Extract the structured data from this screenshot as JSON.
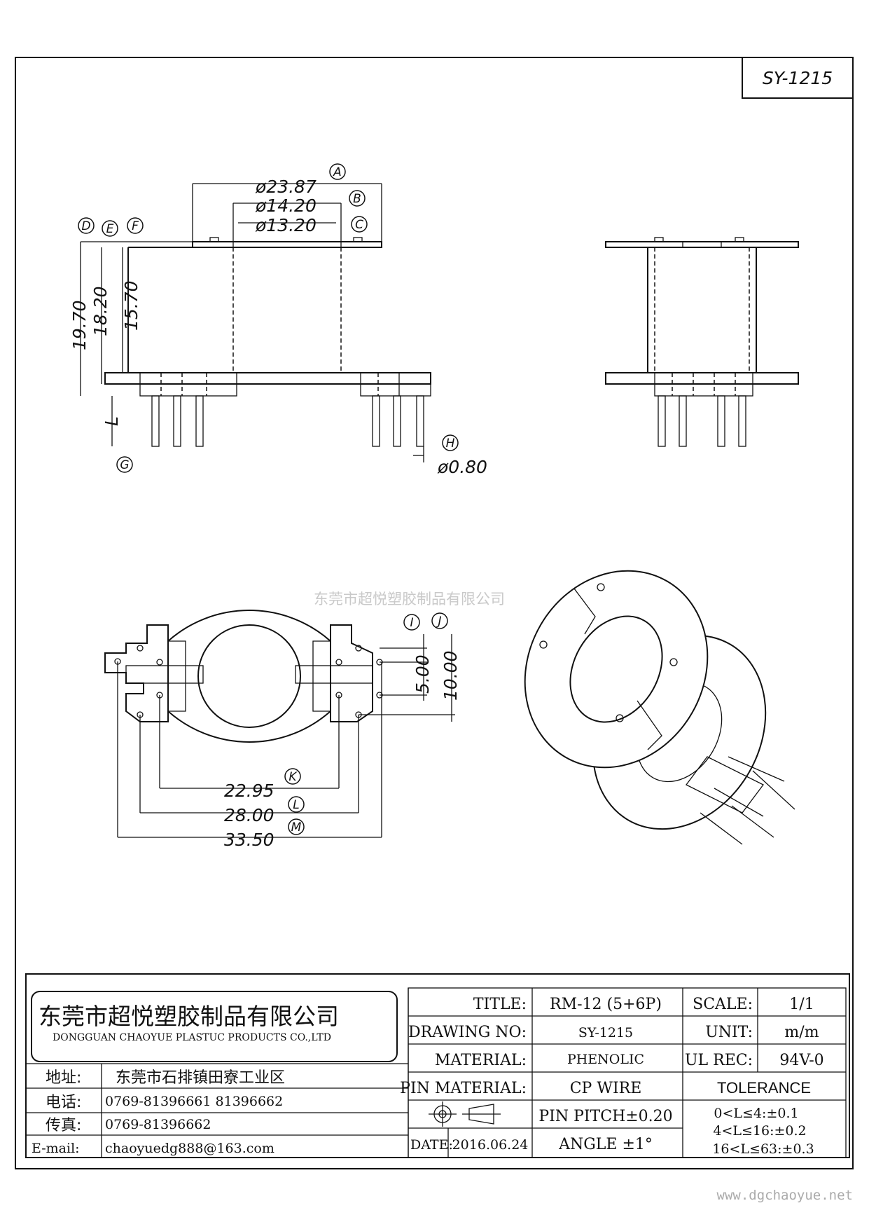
{
  "part_number": "SY-1215",
  "watermark": "东莞市超悦塑胶制品有限公司",
  "site_url": "www.dgchaoyue.net",
  "dimensions": {
    "d_A": "ø23.87",
    "d_B": "ø14.20",
    "d_C": "ø13.20",
    "h_D": "19.70",
    "h_E": "18.20",
    "h_F": "15.70",
    "pin_dia_H": "ø0.80",
    "pin_len": "L",
    "pitch_I": "5.00",
    "pitch_J": "10.00",
    "w_K": "22.95",
    "w_L": "28.00",
    "w_M": "33.50"
  },
  "callouts": [
    "A",
    "B",
    "C",
    "D",
    "E",
    "F",
    "G",
    "H",
    "I",
    "J",
    "K",
    "L",
    "M"
  ],
  "title_block": {
    "company_cn": "东莞市超悦塑胶制品有限公司",
    "company_en": "DONGGUAN CHAOYUE PLASTUC PRODUCTS CO.,LTD",
    "address_label": "地址:",
    "address": "东莞市石排镇田寮工业区",
    "tel_label": "电话:",
    "tel": "0769-81396661  81396662",
    "fax_label": "传真:",
    "fax": "0769-81396662",
    "email_label": "E-mail:",
    "email": "chaoyuedg888@163.com",
    "title_label": "TITLE:",
    "title": "RM-12 (5+6P)",
    "drawing_no_label": "DRAWING NO:",
    "drawing_no": "SY-1215",
    "material_label": "MATERIAL:",
    "material": "PHENOLIC",
    "pin_material_label": "PIN MATERIAL:",
    "pin_material": "CP WIRE",
    "date_label": "DATE:",
    "date": "2016.06.24",
    "scale_label": "SCALE:",
    "scale": "1/1",
    "unit_label": "UNIT:",
    "unit": "m/m",
    "ul_label": "UL REC:",
    "ul": "94V-0",
    "tolerance_label": "TOLERANCE",
    "pin_pitch": "PIN PITCH±0.20",
    "angle": "ANGLE  ±1°",
    "tol_1": "0<L≤4:±0.1",
    "tol_2": "4<L≤16:±0.2",
    "tol_3": "16<L≤63:±0.3"
  }
}
